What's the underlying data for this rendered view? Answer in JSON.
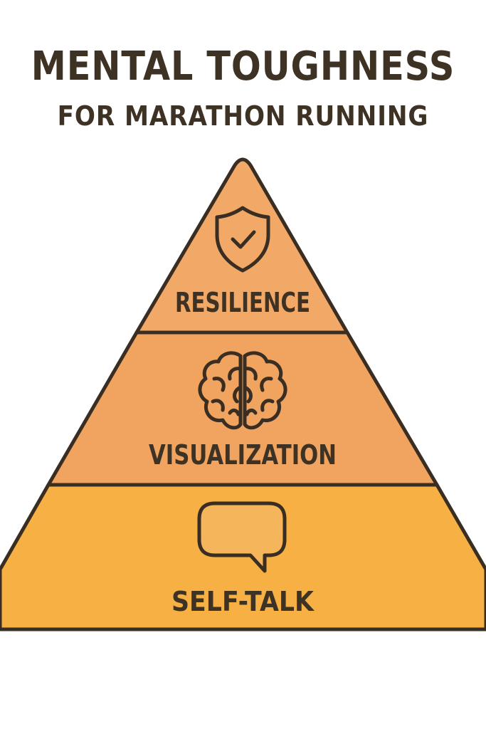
{
  "title": "MENTAL TOUGHNESS",
  "subtitle": "FOR MARATHON RUNNING",
  "tiers": [
    {
      "label": "RESILIENCE",
      "icon": "shield-check-icon",
      "color": "#f2a968"
    },
    {
      "label": "VISUALIZATION",
      "icon": "brain-icon",
      "color": "#f0a460"
    },
    {
      "label": "SELF-TALK",
      "icon": "speech-bubble-icon",
      "color": "#f6b043"
    }
  ],
  "colors": {
    "outline": "#3a2e22",
    "text": "#3d3224",
    "background": "#ffffff"
  }
}
